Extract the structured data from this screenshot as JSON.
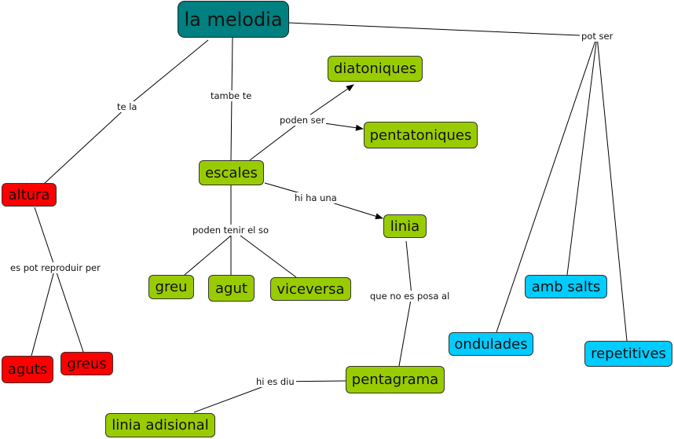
{
  "concept_map": {
    "root": "la melodia",
    "nodes": {
      "diatoniques": "diatoniques",
      "pentatoniques": "pentatoniques",
      "altura": "altura",
      "escales": "escales",
      "linia": "linia",
      "greu": "greu",
      "agut": "agut",
      "viceversa": "viceversa",
      "amb_salts": "amb salts",
      "ondulades": "ondulades",
      "repetitives": "repetitives",
      "aguts": "aguts",
      "greus": "greus",
      "pentagrama": "pentagrama",
      "linia_adisional": "linia adisional"
    },
    "links": {
      "te_la": "te la",
      "tambe_te": "tambe te",
      "pot_ser": "pot ser",
      "poden_ser": "poden ser",
      "hi_ha_una": "hi ha una",
      "poden_tenir_el_so": "poden tenir el so",
      "es_pot_reproduir_per": "es pot reproduir per",
      "que_no_es_posa_al": "que no es posa al",
      "hi_es_diu": "hi es diu"
    },
    "colors": {
      "root": "#008080",
      "green": "#99cc00",
      "red": "#ff0000",
      "blue": "#00ccff"
    }
  }
}
